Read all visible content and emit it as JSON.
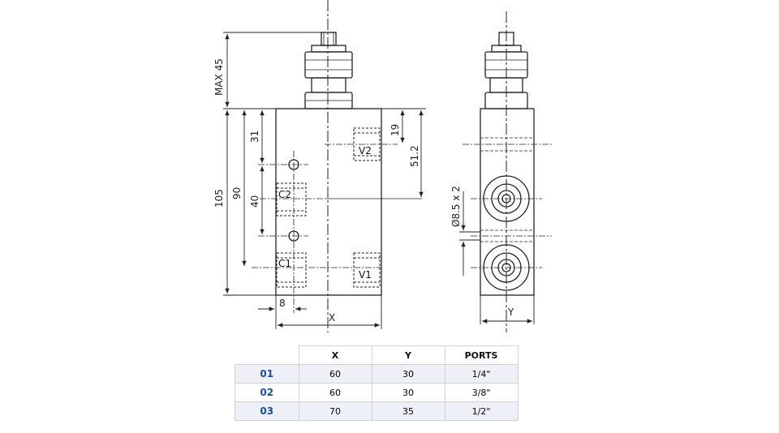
{
  "front_view": {
    "port_labels": {
      "v2": "V2",
      "c2": "C2",
      "c1": "C1",
      "v1": "V1"
    },
    "dimensions": {
      "max_height": "MAX 45",
      "total_height": "105",
      "c1_height": "90",
      "c2_offset": "31",
      "hole_spacing": "40",
      "v2_offset": "19",
      "port_spacing": "51.2",
      "edge_offset": "8",
      "width": "X"
    }
  },
  "side_view": {
    "dimensions": {
      "holes": "Ø8.5 x 2",
      "width": "Y"
    }
  },
  "table": {
    "headers": [
      "",
      "X",
      "Y",
      "PORTS"
    ],
    "rows": [
      {
        "code": "01",
        "x": "60",
        "y": "30",
        "ports": "1/4\""
      },
      {
        "code": "02",
        "x": "60",
        "y": "30",
        "ports": "3/8\""
      },
      {
        "code": "03",
        "x": "70",
        "y": "35",
        "ports": "1/2\""
      }
    ]
  },
  "colors": {
    "line": "#222222",
    "code_blue": "#1a4fa0",
    "row_shade": "#eef0f7"
  }
}
